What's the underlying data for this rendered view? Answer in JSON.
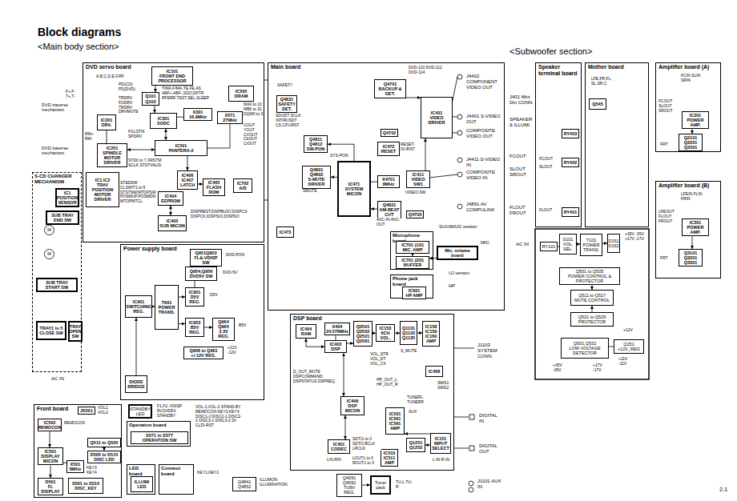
{
  "diagram": {
    "title": "Block diagrams",
    "nodes": [
      {
        "text": [
          "DVD servo board"
        ]
      },
      {
        "text": [
          "IC101",
          "FRONT END PROCESSOR"
        ],
        "in": 0
      },
      {
        "text": [
          "Q101 Q102"
        ],
        "in": 0
      },
      {
        "text": [
          "IC505",
          "DRAM"
        ],
        "in": 0
      },
      {
        "text": [
          "IC201",
          "DRV."
        ],
        "in": 0
      },
      {
        "text": [
          "IC301",
          "SODC"
        ],
        "in": 0
      },
      {
        "text": [
          "X301",
          "16.9MHz"
        ],
        "in": 0
      },
      {
        "text": [
          "X571",
          "27MHz"
        ],
        "in": 0
      },
      {
        "text": [
          "IC251",
          "SPINDLE MOTOR DRIVER"
        ],
        "in": 0
      },
      {
        "text": [
          "IC501",
          "PANTERA-2"
        ],
        "in": 0
      },
      {
        "text": [
          "IC1 IC2",
          "TRAY POSITION MOTOR DRIVER"
        ],
        "in": 0
      },
      {
        "text": [
          "IC406 IC407",
          "LATCH"
        ],
        "in": 0
      },
      {
        "text": [
          "IC405",
          "FLASH ROM"
        ],
        "in": 0
      },
      {
        "text": [
          "IC702",
          "A/D"
        ],
        "in": 0
      },
      {
        "text": [
          "IC404",
          "EEPROM"
        ],
        "in": 0
      },
      {
        "text": [
          "IC403",
          "SUB MICON"
        ],
        "in": 0
      },
      {
        "text": [
          "S-CD CHANGER MECHANISM"
        ]
      },
      {
        "text": [
          "IC1",
          "POSITION SENSOR"
        ],
        "in": 16
      },
      {
        "text": [
          "SUB TRAY END SW"
        ],
        "in": 16
      },
      {
        "text": [
          "SUB TRAY START SW"
        ],
        "in": 16
      },
      {
        "text": [
          "TRAY1 to 5 CLOSE SW"
        ],
        "in": 16
      },
      {
        "text": [
          "TRAY OPEN SW"
        ],
        "in": 16
      },
      {
        "text": [
          "Power supply board"
        ]
      },
      {
        "text": [
          "Q951Q953",
          "FL&-VDISP SW"
        ],
        "in": 22
      },
      {
        "text": [
          "Q954,Q956",
          "DVD5V SW"
        ],
        "in": 22
      },
      {
        "text": [
          "IC901",
          "SWITCHING REG."
        ],
        "in": 22
      },
      {
        "text": [
          "T901",
          "POWER TRANS."
        ],
        "in": 22
      },
      {
        "text": [
          "IC951",
          "D5V REG."
        ],
        "in": 22
      },
      {
        "text": [
          "IC953",
          "B5V REG."
        ],
        "in": 22
      },
      {
        "text": [
          "Q964 Q965",
          "3.3V REG."
        ],
        "in": 22
      },
      {
        "text": [
          "Q958 to Q961",
          "+/-12V REG."
        ],
        "in": 22
      },
      {
        "text": [
          "DIODE BRIDGE"
        ],
        "in": 22
      },
      {
        "text": [
          "STANDBY LED"
        ]
      },
      {
        "text": [
          "Front board"
        ]
      },
      {
        "text": [
          "JS501"
        ],
        "in": 33
      },
      {
        "text": [
          "IC502",
          "REMOCON"
        ],
        "in": 33
      },
      {
        "text": [
          "IC501",
          "DISPLAY MICON"
        ],
        "in": 33
      },
      {
        "text": [
          "X501",
          "8MHz"
        ],
        "in": 33
      },
      {
        "text": [
          "Q511 to Q520"
        ],
        "in": 33
      },
      {
        "text": [
          "D505 to D515",
          "DISC LED"
        ],
        "in": 33
      },
      {
        "text": [
          "D501",
          "FL DISPLAY"
        ],
        "in": 33
      },
      {
        "text": [
          "S501 to S510",
          "DISC_KEY"
        ],
        "in": 33
      },
      {
        "text": [
          "Operation board"
        ]
      },
      {
        "text": [
          "S571 to S577",
          "OPERATION SW"
        ],
        "in": 42
      },
      {
        "text": [
          "LED board"
        ]
      },
      {
        "text": [
          "ILLUMI",
          "LED"
        ],
        "in": 44
      },
      {
        "text": [
          "Connect board"
        ]
      },
      {
        "text": [
          "Main board"
        ]
      },
      {
        "text": [
          "Q4831",
          "SAFETY DET."
        ],
        "in": 47
      },
      {
        "text": [
          "Q4701",
          "BACKUP & DET."
        ],
        "in": 47
      },
      {
        "text": [
          "IC431",
          "VIDEO DRIVER"
        ],
        "in": 47
      },
      {
        "text": [
          "Q4702"
        ],
        "in": 47
      },
      {
        "text": [
          "Q4811 Q4812",
          "SW-PON"
        ],
        "in": 47
      },
      {
        "text": [
          "IC472",
          "RESET"
        ],
        "in": 47
      },
      {
        "text": [
          "Q4801 Q4802",
          "S-MUTE DRIVER"
        ],
        "in": 47
      },
      {
        "text": [
          "IC471",
          "SYSTEM MICON"
        ],
        "in": 47
      },
      {
        "text": [
          "X4701",
          "8MHz"
        ],
        "in": 47
      },
      {
        "text": [
          "IC411",
          "VIDEO SW1"
        ],
        "in": 47
      },
      {
        "text": [
          "Q4821",
          "AM-BEAT CUT"
        ],
        "in": 47
      },
      {
        "text": [
          "Q4703"
        ],
        "in": 47
      },
      {
        "text": [
          "IC473"
        ],
        "in": 47
      },
      {
        "text": [
          "Microphone board"
        ],
        "in": 47
      },
      {
        "text": [
          "IC701 (1/2)",
          "MIC. AMP"
        ],
        "in": 61
      },
      {
        "text": [
          "IC701 (2/2)",
          "BUFFER"
        ],
        "in": 61
      },
      {
        "text": [
          "Mic. volume board"
        ],
        "in": 47
      },
      {
        "text": [
          "Phone jack board"
        ],
        "in": 47
      },
      {
        "text": [
          "IC601",
          "HP AMP"
        ],
        "in": 65
      },
      {
        "text": [
          "DSP board"
        ]
      },
      {
        "text": [
          "IC404",
          "RAM"
        ],
        "in": 67
      },
      {
        "text": [
          "X404",
          "24.576MHz"
        ],
        "in": 67
      },
      {
        "text": [
          "IC403",
          "DSP"
        ],
        "in": 67
      },
      {
        "text": [
          "Q2501 Q2502 Q2521 Q2581"
        ],
        "in": 67
      },
      {
        "text": [
          "IC153",
          "6CH VOL."
        ],
        "in": 67
      },
      {
        "text": [
          "Q1131 Q1133 Q1135"
        ],
        "in": 67
      },
      {
        "text": [
          "IC158 IC159 IC160",
          "AMP"
        ],
        "in": 67
      },
      {
        "text": [
          "IC408"
        ],
        "in": 67
      },
      {
        "text": [
          "IC406",
          "DSP MICON"
        ],
        "in": 67
      },
      {
        "text": [
          "IC401",
          "CODEC"
        ],
        "in": 67
      },
      {
        "text": [
          "IC531 IC561 IC591",
          "AMP"
        ],
        "in": 67
      },
      {
        "text": [
          "Q1251 Q1252"
        ],
        "in": 67
      },
      {
        "text": [
          "IC151",
          "INPUT SELECT"
        ],
        "in": 67
      },
      {
        "text": [
          "IC510 IC511",
          "AMP"
        ],
        "in": 67
      },
      {
        "text": [
          "Q4091 Q4092",
          "TU9V REG."
        ]
      },
      {
        "text": [
          "Tuner pack"
        ]
      },
      {
        "text": [
          "Q4841 Q4852"
        ]
      },
      {
        "text": [
          "Speaker terminal board"
        ]
      },
      {
        "text": [
          "RY403"
        ],
        "in": 85
      },
      {
        "text": [
          "RY402"
        ],
        "in": 85
      },
      {
        "text": [
          "RY401"
        ],
        "in": 85
      },
      {
        "text": [
          "Mother board"
        ]
      },
      {
        "text": [
          "Q545"
        ],
        "in": 89
      },
      {
        "text": [
          "RY101"
        ]
      },
      {
        "text": [
          "S101",
          "VOL. SEL."
        ]
      },
      {
        "text": [
          "T101",
          "POWER TRANS."
        ]
      },
      {
        "text": [
          "D151 D152"
        ]
      },
      {
        "text": [
          "Q501 to Q505",
          "POWER CONTROL & PROTECTOR"
        ]
      },
      {
        "text": [
          "Q511 to Q517",
          "MUTE CONTROL"
        ]
      },
      {
        "text": [
          "Q521 to Q525",
          "PROTECTOR"
        ]
      },
      {
        "text": [
          "Q531,Q532",
          "LOW VOLTAGE DETECTOR"
        ]
      },
      {
        "text": [
          "Q151",
          "+12V_REG"
        ]
      },
      {
        "text": [
          "Amplifier board (A)"
        ]
      },
      {
        "text": [
          "IC201",
          "POWER AMP."
        ],
        "in": 100
      },
      {
        "text": [
          "Q2101 Q2201 Q2301"
        ],
        "in": 100
      },
      {
        "text": [
          "Amplifier board (B)"
        ]
      },
      {
        "text": [
          "IC301",
          "POWER AMP."
        ],
        "in": 103
      },
      {
        "text": [
          "Q3101 Q3201 Q3301"
        ],
        "in": 103
      }
    ],
    "edges": [
      {
        "from": 1,
        "to": 2,
        "arrow": "to"
      },
      {
        "from": 2,
        "to": 5,
        "arrow": "to"
      },
      {
        "from": 4,
        "to": 8,
        "arrow": "none"
      },
      {
        "from": 6,
        "to": 5,
        "arrow": "none"
      },
      {
        "from": 5,
        "to": 9,
        "arrow": "both"
      },
      {
        "from": 7,
        "to": 9,
        "arrow": "none"
      },
      {
        "from": 9,
        "to": 11,
        "arrow": "to"
      },
      {
        "from": 11,
        "to": 12,
        "arrow": "to"
      },
      {
        "from": 15,
        "to": 14,
        "arrow": "both"
      },
      {
        "from": 8,
        "to": 9,
        "arrow": "both"
      },
      {
        "from": 25,
        "to": 26,
        "arrow": "to"
      },
      {
        "from": 26,
        "to": 27,
        "arrow": "to"
      },
      {
        "from": 26,
        "to": 28,
        "arrow": "to"
      },
      {
        "from": 28,
        "to": 29,
        "arrow": "to"
      },
      {
        "from": 31,
        "to": 25,
        "arrow": "to"
      },
      {
        "from": 24,
        "to": 27,
        "arrow": "none"
      },
      {
        "from": 35,
        "to": 36,
        "arrow": "to"
      },
      {
        "from": 37,
        "to": 36,
        "arrow": "none"
      },
      {
        "from": 36,
        "to": 40,
        "arrow": "to"
      },
      {
        "from": 38,
        "to": 39,
        "arrow": "to"
      },
      {
        "from": 55,
        "to": 52,
        "arrow": "to"
      },
      {
        "from": 55,
        "to": 54,
        "arrow": "to"
      },
      {
        "from": 56,
        "to": 55,
        "arrow": "none"
      },
      {
        "from": 57,
        "to": 50,
        "arrow": "to"
      },
      {
        "from": 58,
        "to": 55,
        "arrow": "to"
      },
      {
        "from": 49,
        "to": 50,
        "arrow": "to"
      },
      {
        "from": 62,
        "to": 63,
        "arrow": "to"
      },
      {
        "from": 64,
        "to": 63,
        "arrow": "to"
      },
      {
        "from": 68,
        "to": 70,
        "arrow": "both"
      },
      {
        "from": 69,
        "to": 70,
        "arrow": "none"
      },
      {
        "from": 70,
        "to": 71,
        "arrow": "to"
      },
      {
        "from": 71,
        "to": 72,
        "arrow": "to"
      },
      {
        "from": 72,
        "to": 73,
        "arrow": "to"
      },
      {
        "from": 73,
        "to": 74,
        "arrow": "to"
      },
      {
        "from": 76,
        "to": 70,
        "arrow": "both"
      },
      {
        "from": 77,
        "to": 76,
        "arrow": "both"
      },
      {
        "from": 80,
        "to": 78,
        "arrow": "to"
      },
      {
        "from": 80,
        "to": 79,
        "arrow": "to"
      },
      {
        "from": 82,
        "to": 83,
        "arrow": "to"
      },
      {
        "from": 91,
        "to": 92,
        "arrow": "none"
      },
      {
        "from": 92,
        "to": 93,
        "arrow": "to"
      },
      {
        "from": 93,
        "to": 94,
        "arrow": "to"
      },
      {
        "from": 95,
        "to": 96,
        "arrow": "to"
      },
      {
        "from": 97,
        "to": 96,
        "arrow": "to"
      },
      {
        "from": 101,
        "to": 102,
        "arrow": "to"
      },
      {
        "from": 104,
        "to": 105,
        "arrow": "to"
      },
      {
        "from": 98,
        "to": 99,
        "arrow": "none"
      }
    ],
    "labels": [
      "<Main body section>",
      "<Subwoofer section>",
      "DVD traverse mechanism",
      "DVD traverse mechanism",
      "A,B,C,D,E,F,RF",
      "F+,F- T+,T-",
      "PD(CD) PD(DVD)",
      "TRDRV FODRV TRDRV DRVMUTE",
      "RM+ RM-",
      "FGLSTIK SPDRV",
      "TIMA,FIMA,TE,FE,AS ABF+,ABF-,SDO,DFTR RFERR,TEST,SEL,SLEEP",
      "MA0 to 13 MB0 to 31 DQM0 to 3",
      "COUT YOUT CVOUT CbOUT CrOUT",
      "STD0 to 7,XRSTM SCLK,STSTVALID",
      "STEDSW CLSWIT1 to 5 STSTSW/MTOPSW POSMUP,POSMDN MTOPMTCL",
      "DISPREST,DISPBUSY,DISPCS DISPCK,DISPSIO,DISPSO",
      "M",
      "M",
      "AC IN",
      "DVD-PON",
      "DVD-5V",
      "D5V",
      "B5V",
      "+12V -12V",
      "VOL1 VOL2",
      "REMOCON",
      "KEY3 KEY4",
      "F1,F2,-VDISP 8V,DVD5V STANDBY",
      "VOL-1,VOL-2 STAND-BY REMOCON KEY3,KEY4 DISC1-2 DISC2-1 DISC2-2 DISC3-1 DISC3-2 DI-CLDI-RST",
      "KEY1,KEY2",
      "ILLUMON ILLUMINATION",
      "SAFETY",
      "SDUDT SCLK INT/RUSDT CS,CP,URST",
      "SMUTE",
      "SYS-PON",
      "RESET-IN IRST",
      "VIDEO-SW",
      "AVC-IN AVC-OUT",
      "DVD-110 DVD-112 DVD-114",
      "J4402 COMPONENT VIDEO OUT",
      "J4401 S-VIDEO OUT",
      "COMPOSITE VIDEO OUT",
      "J4411 S-VIDEO IN",
      "COMPOSITE VIDEO IN",
      "J4891 AV COMPULINK",
      "SU/UW/UG version",
      "MIC",
      "UJ version",
      "HP",
      "D_OUT_MUTE DSPCOMMAND DSPSTATUS DSPREQ",
      "VOL_STB VOL_DT VOL_CK",
      "S_MUTE",
      "HP_OUT_L HP_OUT_R",
      "TUNERL TUNERR",
      "AUX",
      "SDTI1 to 3 SDTO,BCLK LRCLK",
      "LOUT1 to 3 ROUT1 to 3",
      "LIN,RIN",
      "SWS1 SWS2",
      "L-IN R-IN",
      "J1103 SYSTEM CONN.",
      "DIGITAL IN",
      "DIGITAL OUT",
      "J1101 AUX IN",
      "TU-L TU-R",
      "J401 Mini Din CONN.",
      "SPEAKER & ILLUMI.",
      "FCOUT",
      "SLOUT SROUT",
      "FLOUT FROUT",
      "AC IN",
      "FCOUT",
      "SLOUT",
      "FLOUT",
      "LFE,FR,FL, SL,SR,C",
      "+35V -35V +17V -17V",
      "+12V",
      "+35V -35V",
      "+17V -17V",
      "+11V -11V",
      "FCIN SLIN SRIN",
      "FCOUT SLOUT SROUT",
      "FRT",
      "LFEIN FLIN FRIN",
      "LFEOUT FLOUT FROUT",
      "FRT",
      "2-1"
    ]
  }
}
